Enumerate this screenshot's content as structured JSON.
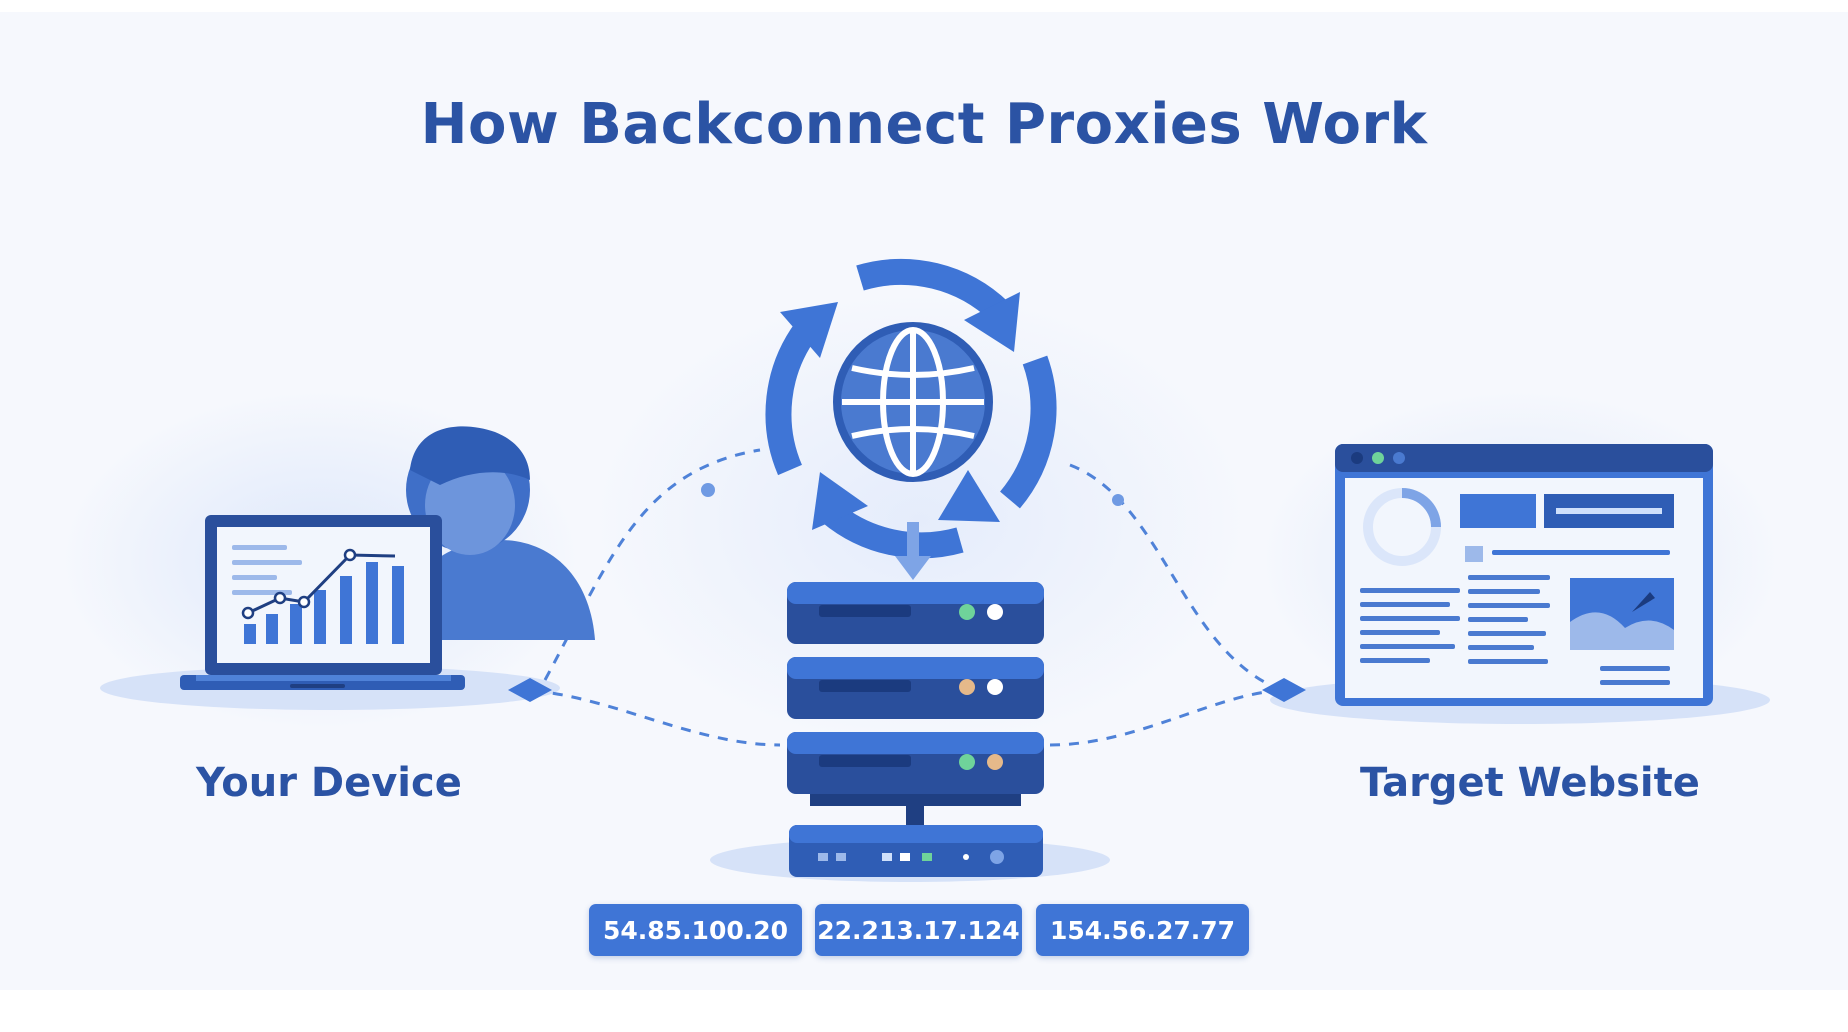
{
  "title": "How Backconnect Proxies Work",
  "nodes": {
    "device": {
      "label": "Your Device"
    },
    "target": {
      "label": "Target Website"
    },
    "proxy_server": {
      "icon": "server-stack-icon"
    },
    "rotation": {
      "icon": "rotating-globe-icon"
    }
  },
  "ip_addresses": [
    "54.85.100.20",
    "22.213.17.124",
    "154.56.27.77"
  ],
  "colors": {
    "primary": "#2b53a4",
    "accent": "#3f75d6",
    "light": "#dbe6fa",
    "background": "#f6f8fd",
    "led_green": "#6fd39a",
    "led_tan": "#e5b98a"
  }
}
